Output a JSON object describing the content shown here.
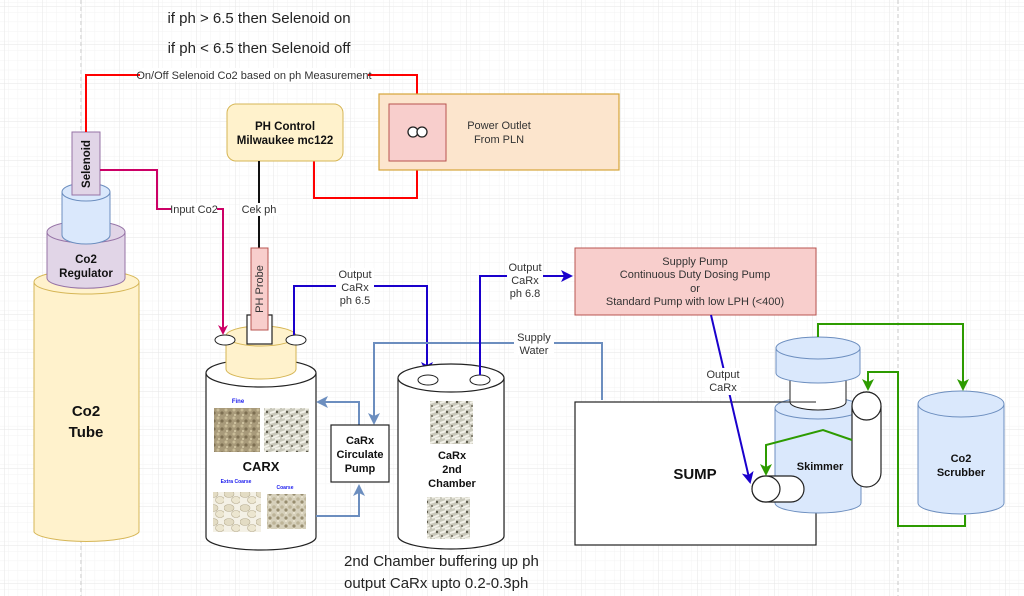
{
  "colors": {
    "grid_minor": "#f3f3f3",
    "grid_major": "#e6e6e6",
    "page_break": "#c8c8c8",
    "red": "#ff0000",
    "magenta": "#cc0066",
    "blue_dark": "#1a00cc",
    "blue_light": "#6c8ebf",
    "green": "#2d9b00",
    "black": "#222222",
    "yellow_fill": "#fff2cc",
    "yellow_stroke": "#d6b656",
    "purple_fill": "#e1d5e7",
    "purple_stroke": "#9673a6",
    "lightblue_fill": "#dae8fc",
    "lightblue_stroke": "#6c8ebf",
    "pink_fill": "#f8cecc",
    "pink_stroke": "#b85450",
    "orange_fill": "#fce5cd",
    "orange_stroke": "#d6a53a"
  },
  "notes": {
    "rule_on": "if ph > 6.5 then Selenoid on",
    "rule_off": "if ph < 6.5 then Selenoid off",
    "chamber_note_line1": "2nd Chamber buffering up ph",
    "chamber_note_line2": "output CaRx upto 0.2-0.3ph"
  },
  "nodes": {
    "co2_tube": {
      "line1": "Co2",
      "line2": "Tube"
    },
    "co2_regulator": {
      "line1": "Co2",
      "line2": "Regulator"
    },
    "selenoid": {
      "label": "Selenoid"
    },
    "ph_control": {
      "line1": "PH Control",
      "line2": "Milwaukee mc122"
    },
    "power_outlet": {
      "line1": "Power Outlet",
      "line2": "From PLN",
      "icon": "outlet-icon"
    },
    "ph_probe": {
      "label": "PH Probe"
    },
    "carx": {
      "label": "CARX",
      "media_labels": [
        "Fine",
        "Extra Coarse",
        "Coarse"
      ]
    },
    "circulate_pump": {
      "line1": "CaRx",
      "line2": "Circulate",
      "line3": "Pump"
    },
    "second_chamber": {
      "line1": "CaRx",
      "line2": "2nd",
      "line3": "Chamber"
    },
    "supply_pump": {
      "line1": "Supply Pump",
      "line2": "Continuous Duty Dosing Pump",
      "line3": "or",
      "line4": "Standard Pump with low LPH (<400)"
    },
    "sump": {
      "label": "SUMP"
    },
    "skimmer": {
      "label": "Skimmer"
    },
    "co2_scrubber": {
      "line1": "Co2",
      "line2": "Scrubber"
    }
  },
  "edges": {
    "selenoid_control": {
      "label": "On/Off Selenoid Co2 based on ph Measurement"
    },
    "input_co2": {
      "label": "Input Co2"
    },
    "cek_ph": {
      "label": "Cek ph"
    },
    "output_carx_65": {
      "line1": "Output",
      "line2": "CaRx",
      "line3": "ph 6.5"
    },
    "output_carx_68": {
      "line1": "Output",
      "line2": "CaRx",
      "line3": "ph 6.8"
    },
    "supply_water": {
      "line1": "Supply",
      "line2": "Water"
    },
    "output_carx_sump": {
      "line1": "Output",
      "line2": "CaRx"
    }
  }
}
